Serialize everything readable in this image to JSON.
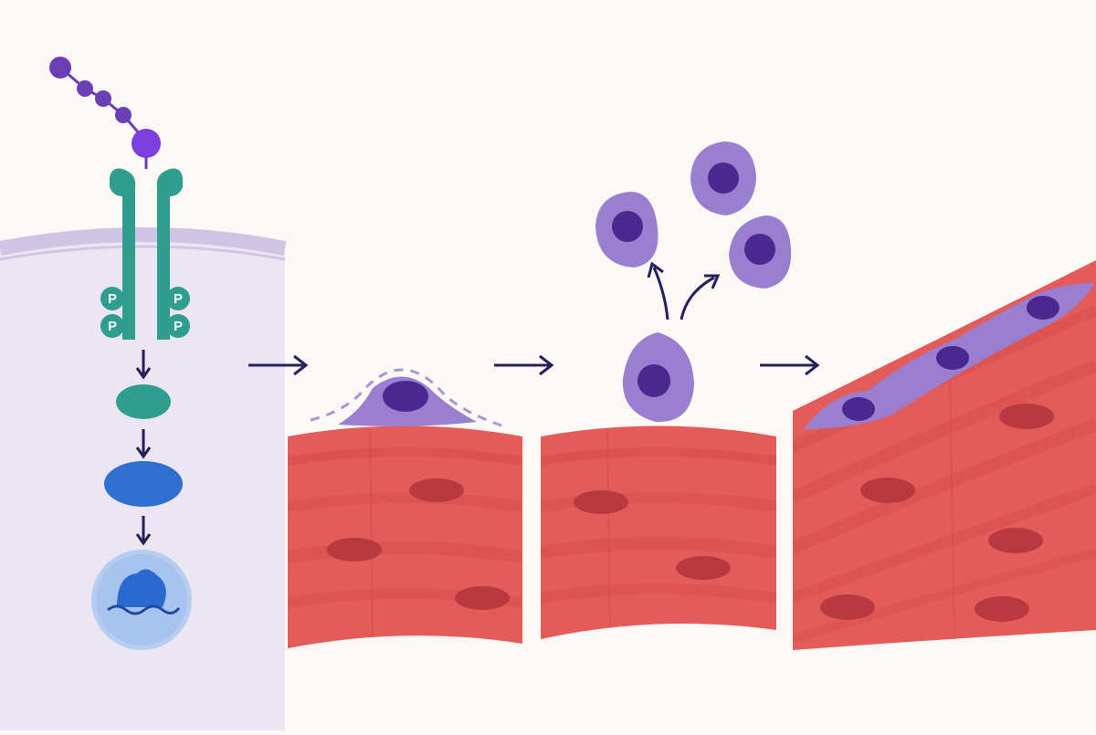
{
  "colors": {
    "background": "#fbf8f5",
    "cell_interior": "#ece6f3",
    "cell_membrane": "#c9bde0",
    "ligand": "#6a3fb5",
    "ligand_tip": "#7b3fe0",
    "receptor": "#2f9e8f",
    "phosphate": "#2f9e8f",
    "signal_protein_1": "#2f9e8f",
    "signal_protein_2": "#2f6fd0",
    "nucleus_fill": "#b5cdf0",
    "nucleus_core": "#2a6ad0",
    "arrow": "#24205a",
    "muscle": "#e45c5a",
    "muscle_stripe": "#d84b4a",
    "muscle_nucleus": "#b83a40",
    "satellite_cell": "#9a7fd0",
    "satellite_nucleus": "#4a2890"
  },
  "phosphate_label": "P",
  "panels": [
    {
      "id": "receptor-signaling",
      "description_icon": "receptor-icon"
    },
    {
      "id": "quiescent-satellite-cell",
      "description_icon": "satellite-cell-icon"
    },
    {
      "id": "activation-proliferation",
      "description_icon": "proliferation-icon"
    },
    {
      "id": "fusion-repair",
      "description_icon": "fusion-icon"
    }
  ]
}
